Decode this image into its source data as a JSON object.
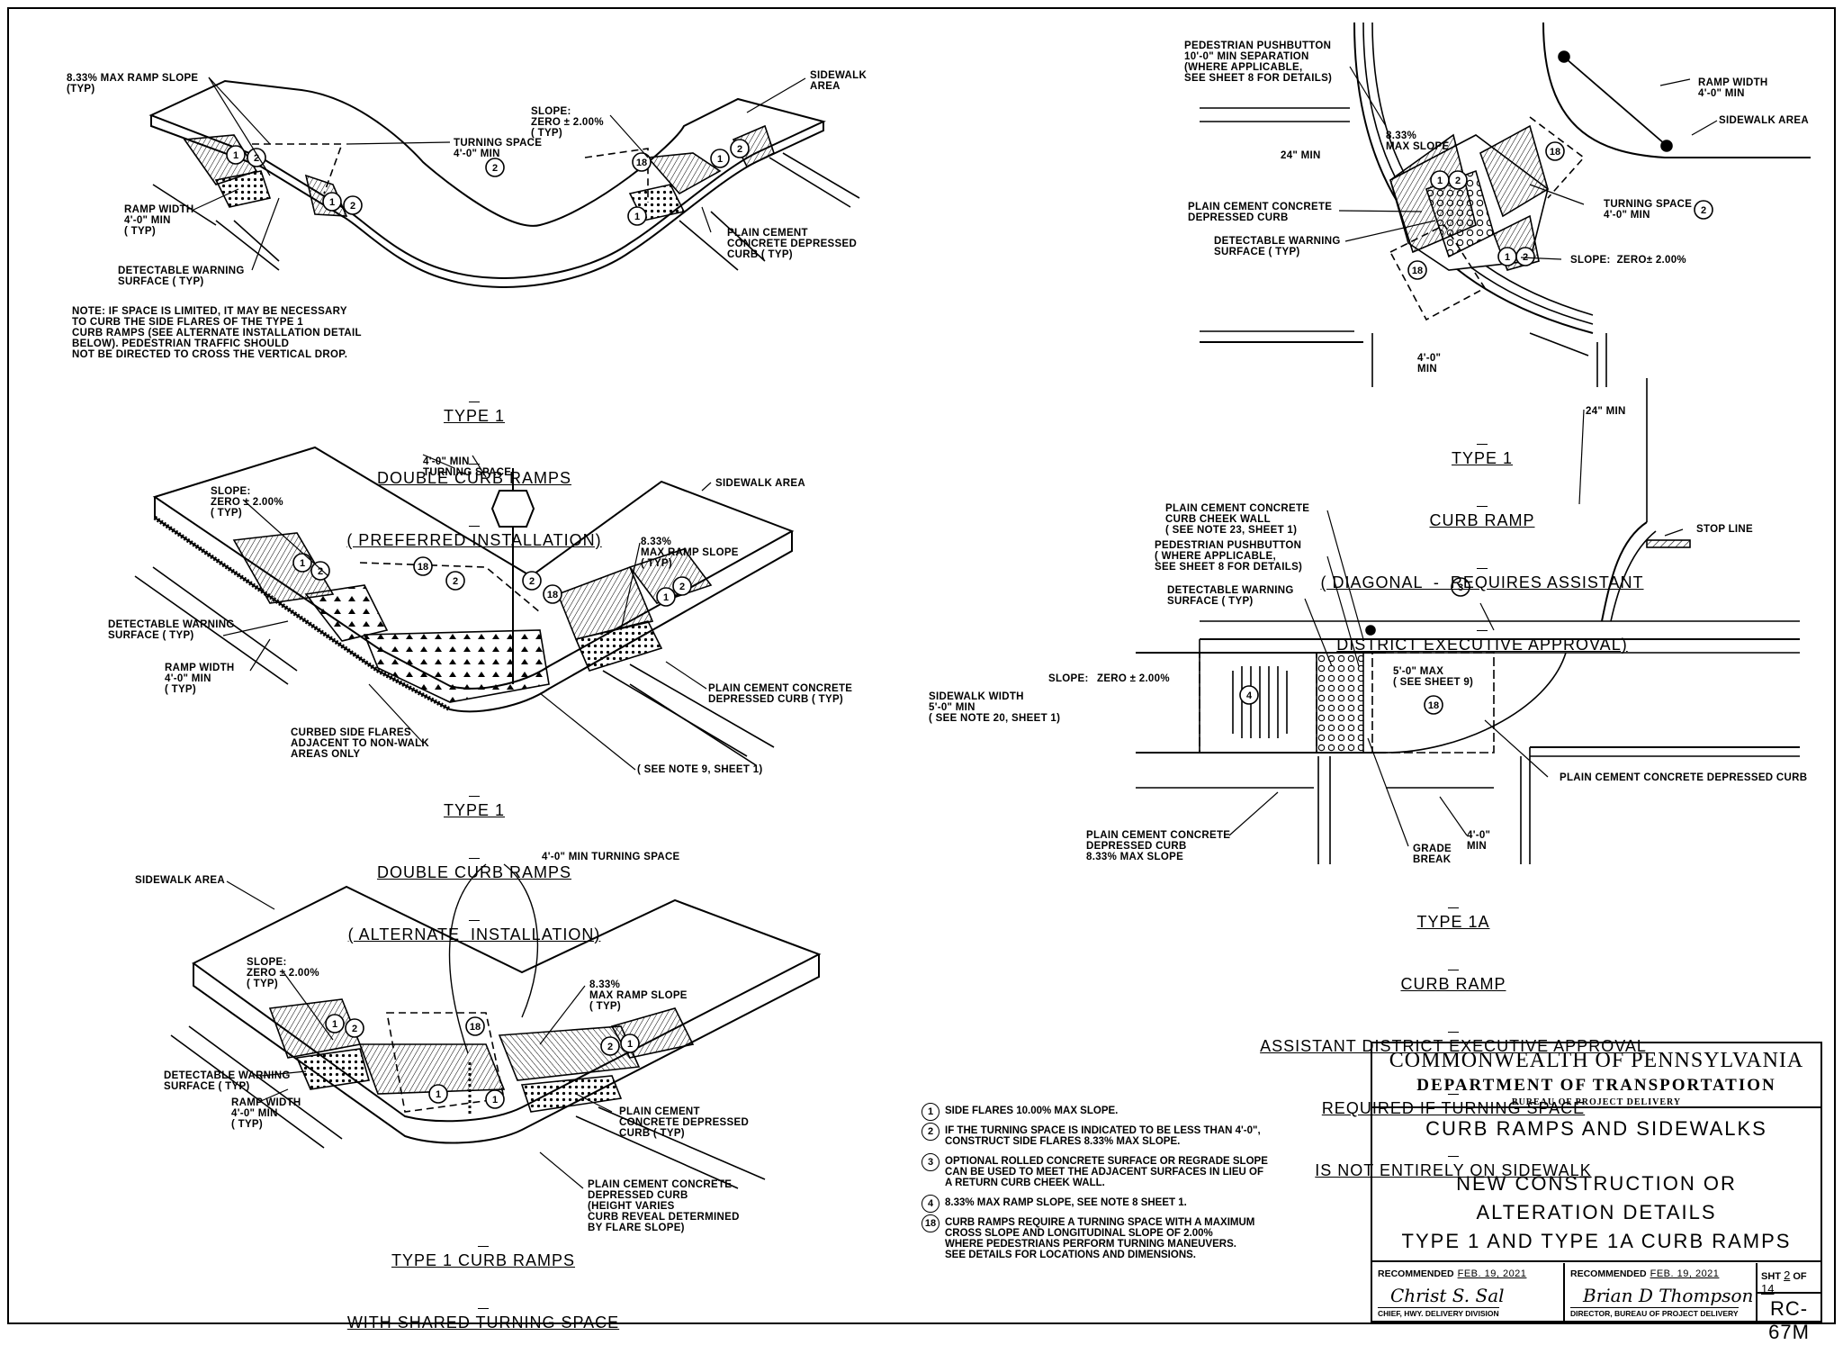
{
  "details": {
    "double_preferred": {
      "title": [
        "TYPE 1",
        "DOUBLE CURB RAMPS",
        "( PREFERRED INSTALLATION)"
      ],
      "labels": {
        "max_ramp_slope": "8.33% MAX RAMP SLOPE\n(TYP)",
        "sidewalk_area": "SIDEWALK\nAREA",
        "slope_zero": "SLOPE:\nZERO ± 2.00%\n( TYP)",
        "turning_space": "TURNING SPACE\n4'-0\" MIN",
        "ramp_width": "RAMP WIDTH\n4'-0\" MIN\n( TYP)",
        "detectable_warning": "DETECTABLE WARNING\nSURFACE ( TYP)",
        "depressed_curb": "PLAIN CEMENT\nCONCRETE DEPRESSED\nCURB ( TYP)"
      },
      "note": "NOTE: IF SPACE IS LIMITED, IT MAY BE NECESSARY\nTO CURB THE SIDE FLARES OF THE TYPE 1\nCURB RAMPS (SEE ALTERNATE INSTALLATION DETAIL\nBELOW). PEDESTRIAN TRAFFIC SHOULD\nNOT BE DIRECTED TO CROSS THE VERTICAL DROP."
    },
    "double_alternate": {
      "title": [
        "TYPE 1",
        "DOUBLE CURB RAMPS",
        "( ALTERNATE  INSTALLATION)"
      ],
      "labels": {
        "slope_zero": "SLOPE:\nZERO ± 2.00%\n( TYP)",
        "turning_space": "4'-0\" MIN\nTURNING SPACE",
        "sidewalk_area": "SIDEWALK AREA",
        "max_ramp_slope": "8.33%\nMAX RAMP SLOPE\n( TYP)",
        "detectable_warning": "DETECTABLE WARNING\nSURFACE ( TYP)",
        "ramp_width": "RAMP WIDTH\n4'-0\" MIN\n( TYP)",
        "depressed_curb": "PLAIN CEMENT CONCRETE\nDEPRESSED CURB ( TYP)",
        "curbed_flares": "CURBED SIDE FLARES\nADJACENT TO NON-WALK\nAREAS ONLY",
        "see_note": "( SEE NOTE 9, SHEET 1)"
      }
    },
    "shared": {
      "title": [
        "TYPE 1 CURB RAMPS",
        "WITH SHARED TURNING SPACE"
      ],
      "labels": {
        "turning_space": "4'-0\" MIN TURNING SPACE",
        "sidewalk_area": "SIDEWALK AREA",
        "slope_zero": "SLOPE:\nZERO ± 2.00%\n( TYP)",
        "max_ramp_slope": "8.33%\nMAX RAMP SLOPE\n( TYP)",
        "detectable_warning": "DETECTABLE WARNING\nSURFACE ( TYP)",
        "ramp_width": "RAMP WIDTH\n4'-0\" MIN\n( TYP)",
        "depressed_curb": "PLAIN CEMENT\nCONCRETE DEPRESSED\nCURB ( TYP)",
        "curb_reveal": "PLAIN CEMENT CONCRETE\nDEPRESSED CURB\n(HEIGHT VARIES\nCURB REVEAL DETERMINED\nBY FLARE SLOPE)"
      }
    },
    "diagonal": {
      "title": [
        "TYPE 1",
        "CURB RAMP",
        "( DIAGONAL  -  REQUIRES ASSISTANT",
        "DISTRICT EXECUTIVE APPROVAL)"
      ],
      "labels": {
        "pushbutton": "PEDESTRIAN PUSHBUTTON\n10'-0\" MIN SEPARATION\n(WHERE APPLICABLE,\nSEE SHEET 8 FOR DETAILS)",
        "ramp_width": "RAMP WIDTH\n4'-0\" MIN",
        "sidewalk_area": "SIDEWALK AREA",
        "max_slope": "8.33%\nMAX SLOPE",
        "min_24_top": "24\" MIN",
        "depressed_curb": "PLAIN CEMENT CONCRETE\nDEPRESSED CURB",
        "detectable_warning": "DETECTABLE WARNING\nSURFACE ( TYP)",
        "turning_space": "TURNING SPACE\n4'-0\" MIN",
        "slope_zero": "SLOPE:  ZERO± 2.00%",
        "four_ft": "4'-0\"\nMIN",
        "min_24_bottom": "24\" MIN"
      }
    },
    "type1a": {
      "title": [
        "TYPE 1A",
        "CURB RAMP",
        "ASSISTANT DISTRICT EXECUTIVE APPROVAL",
        "REQUIRED IF TURNING SPACE",
        "IS NOT ENTIRELY ON SIDEWALK"
      ],
      "labels": {
        "cheek_wall": "PLAIN CEMENT CONCRETE\nCURB CHEEK WALL\n( SEE NOTE 23, SHEET 1)",
        "pushbutton": "PEDESTRIAN PUSHBUTTON\n( WHERE APPLICABLE,\nSEE SHEET 8 FOR DETAILS)",
        "detectable_warning": "DETECTABLE WARNING\nSURFACE ( TYP)",
        "stop_line": "STOP LINE",
        "slope": "SLOPE:",
        "zero": "ZERO ± 2.00%",
        "sidewalk_width": "SIDEWALK WIDTH\n5'-0\" MIN\n( SEE NOTE 20, SHEET 1)",
        "max5": "5'-0\" MAX\n( SEE SHEET 9)",
        "depressed_curb_right": "PLAIN CEMENT CONCRETE DEPRESSED CURB",
        "depressed_curb_left": "PLAIN CEMENT CONCRETE\nDEPRESSED CURB\n8.33% MAX SLOPE",
        "grade_break": "GRADE\nBREAK",
        "four_ft": "4'-0\"\nMIN"
      }
    }
  },
  "notes": [
    {
      "num": "1",
      "text": "SIDE FLARES 10.00% MAX SLOPE."
    },
    {
      "num": "2",
      "text": "IF THE TURNING SPACE IS INDICATED TO BE LESS THAN 4'-0\",\nCONSTRUCT SIDE FLARES 8.33% MAX SLOPE."
    },
    {
      "num": "3",
      "text": "OPTIONAL ROLLED CONCRETE SURFACE OR REGRADE SLOPE\nCAN BE USED TO MEET THE ADJACENT SURFACES IN LIEU OF\nA RETURN CURB CHEEK WALL."
    },
    {
      "num": "4",
      "text": "8.33% MAX RAMP SLOPE, SEE NOTE 8 SHEET 1."
    },
    {
      "num": "18",
      "text": "CURB RAMPS REQUIRE A TURNING SPACE WITH A MAXIMUM\nCROSS SLOPE AND LONGITUDINAL SLOPE OF 2.00%\nWHERE PEDESTRIANS PERFORM TURNING MANEUVERS.\nSEE DETAILS FOR LOCATIONS AND DIMENSIONS."
    }
  ],
  "title_block": {
    "agency": "COMMONWEALTH OF PENNSYLVANIA",
    "department": "DEPARTMENT OF TRANSPORTATION",
    "bureau": "BUREAU OF PROJECT DELIVERY",
    "subject": "CURB RAMPS AND SIDEWALKS",
    "description": [
      "NEW CONSTRUCTION OR",
      "ALTERATION DETAILS",
      "TYPE 1 AND TYPE 1A CURB RAMPS"
    ],
    "recommended_label": "RECOMMENDED",
    "rec1_date": "FEB. 19, 2021",
    "rec1_role": "CHIEF, HWY. DELIVERY DIVISION",
    "rec1_signature": "Christ S. Sal",
    "rec2_date": "FEB. 19, 2021",
    "rec2_role": "DIRECTOR, BUREAU OF PROJECT DELIVERY",
    "rec2_signature": "Brian D Thompson",
    "sheet_label": "SHT",
    "sheet_num": "2",
    "sheet_of": "OF",
    "sheet_total": "14",
    "drawing_number": "RC-67M"
  }
}
